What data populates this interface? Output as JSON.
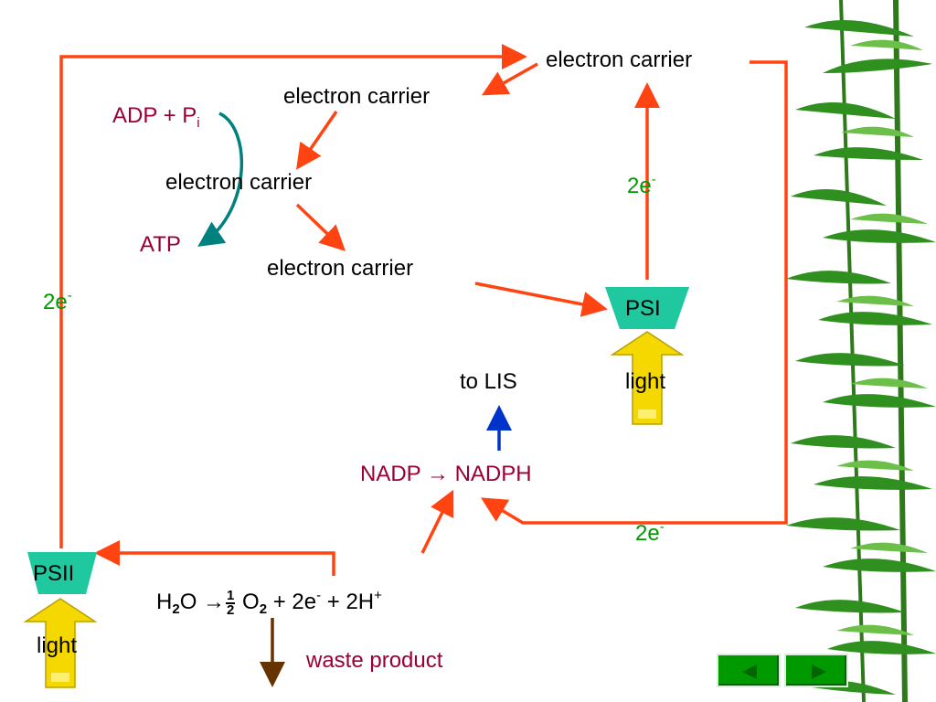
{
  "labels": {
    "ec_top": "electron carrier",
    "ec_2": "electron carrier",
    "ec_3": "electron carrier",
    "ec_4": "electron carrier",
    "adp": "ADP + P",
    "adp_sub": "i",
    "atp": "ATP",
    "e_left_base": "2e",
    "e_left_sup": "-",
    "e_right_base": "2e",
    "e_right_sup": "-",
    "e_bottom_base": "2e",
    "e_bottom_sup": "-",
    "psi": "PSI",
    "psii": "PSII",
    "light_psi": "light",
    "light_psii": "light",
    "to_lis": "to LIS",
    "nadp": "NADP",
    "nadp_arrow": "→",
    "nadph": "NADPH",
    "waste": "waste product"
  },
  "equation": {
    "h": "H",
    "h_sub": "2",
    "o1": "O",
    "arrow": "→",
    "frac_num": "1",
    "frac_den": "2",
    "o2": " O",
    "o2_sub": "2",
    "plus1": " + 2e",
    "e_sup": "-",
    "plus2": " + 2H",
    "h_sup": "+"
  },
  "colors": {
    "flow_arrow": "#ff4411",
    "atp_arc": "#00807f",
    "lis_arrow": "#0033cc",
    "waste_arrow": "#663300",
    "photosystem": "#20c8a0",
    "light_arrow": "#f5d800",
    "nav": "#009900"
  },
  "nav": {
    "prev_icon": "previous-slide-icon",
    "next_icon": "next-slide-icon"
  }
}
